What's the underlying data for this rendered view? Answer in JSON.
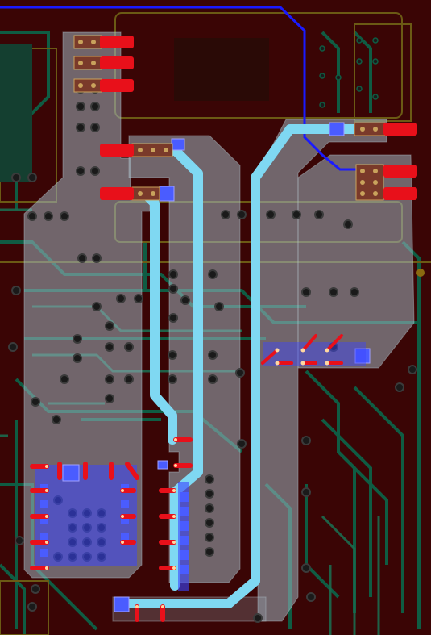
{
  "view": {
    "kind": "pcb-layout-editor-canvas"
  },
  "colors": {
    "board_background": "#3a0505",
    "inner_layer_trace": "#0f5c43",
    "inner_layer_trace_dim": "#1b6b4f",
    "silkscreen_outline": "#6b5a14",
    "copper_pour_fill": "#9fb4c0",
    "copper_pour_opacity": 0.55,
    "highlighted_trace": "#7fd8f2",
    "top_copper_pad": "#e8101a",
    "bottom_copper_trace": "#1a1aff",
    "via_fill": "#1a1a1a",
    "via_ring": "#3b3b3b",
    "through_hole_drill": "#c8b27a",
    "selected_pad": "#4a5cff",
    "gold_pad": "#c9a35c"
  },
  "elements": {
    "board_canvas": "pcb-board",
    "highlighted_net": "selected-net-trace",
    "copper_pours": [
      "left-pour-region",
      "center-pour-region",
      "right-pour-region"
    ],
    "connectors": [
      "pin-header-top-left",
      "pin-header-top-right",
      "pin-header-right"
    ],
    "ic_footprints": [
      "qfn-footprint-bottom-left"
    ],
    "components": [
      "smd-resistor-array",
      "smd-capacitor-array"
    ]
  }
}
